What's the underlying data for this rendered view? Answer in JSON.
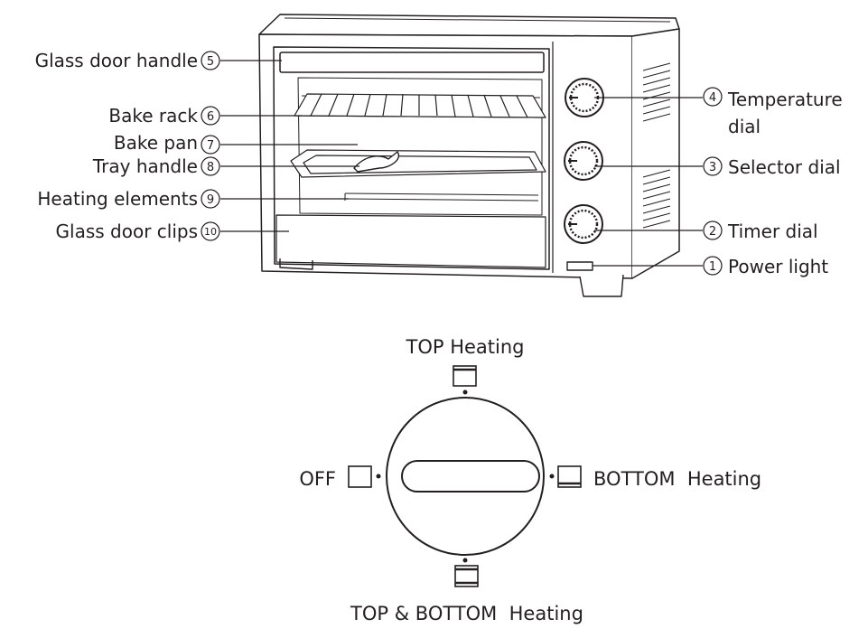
{
  "oven_parts": {
    "left": [
      {
        "label": "Glass door handle",
        "number": "5"
      },
      {
        "label": "Bake rack",
        "number": "6"
      },
      {
        "label": "Bake pan",
        "number": "7"
      },
      {
        "label": "Tray handle",
        "number": "8"
      },
      {
        "label": "Heating elements",
        "number": "9"
      },
      {
        "label": "Glass door clips",
        "number": "10"
      }
    ],
    "right": [
      {
        "label_line1": "Temperature",
        "label_line2": "dial",
        "number": "4"
      },
      {
        "label_line1": "Selector dial",
        "number": "3"
      },
      {
        "label_line1": "Timer dial",
        "number": "2"
      },
      {
        "label_line1": "Power light",
        "number": "1"
      }
    ]
  },
  "selector_dial": {
    "top": "TOP Heating",
    "left": "OFF",
    "right": "BOTTOM  Heating",
    "bottom": "TOP & BOTTOM  Heating"
  }
}
